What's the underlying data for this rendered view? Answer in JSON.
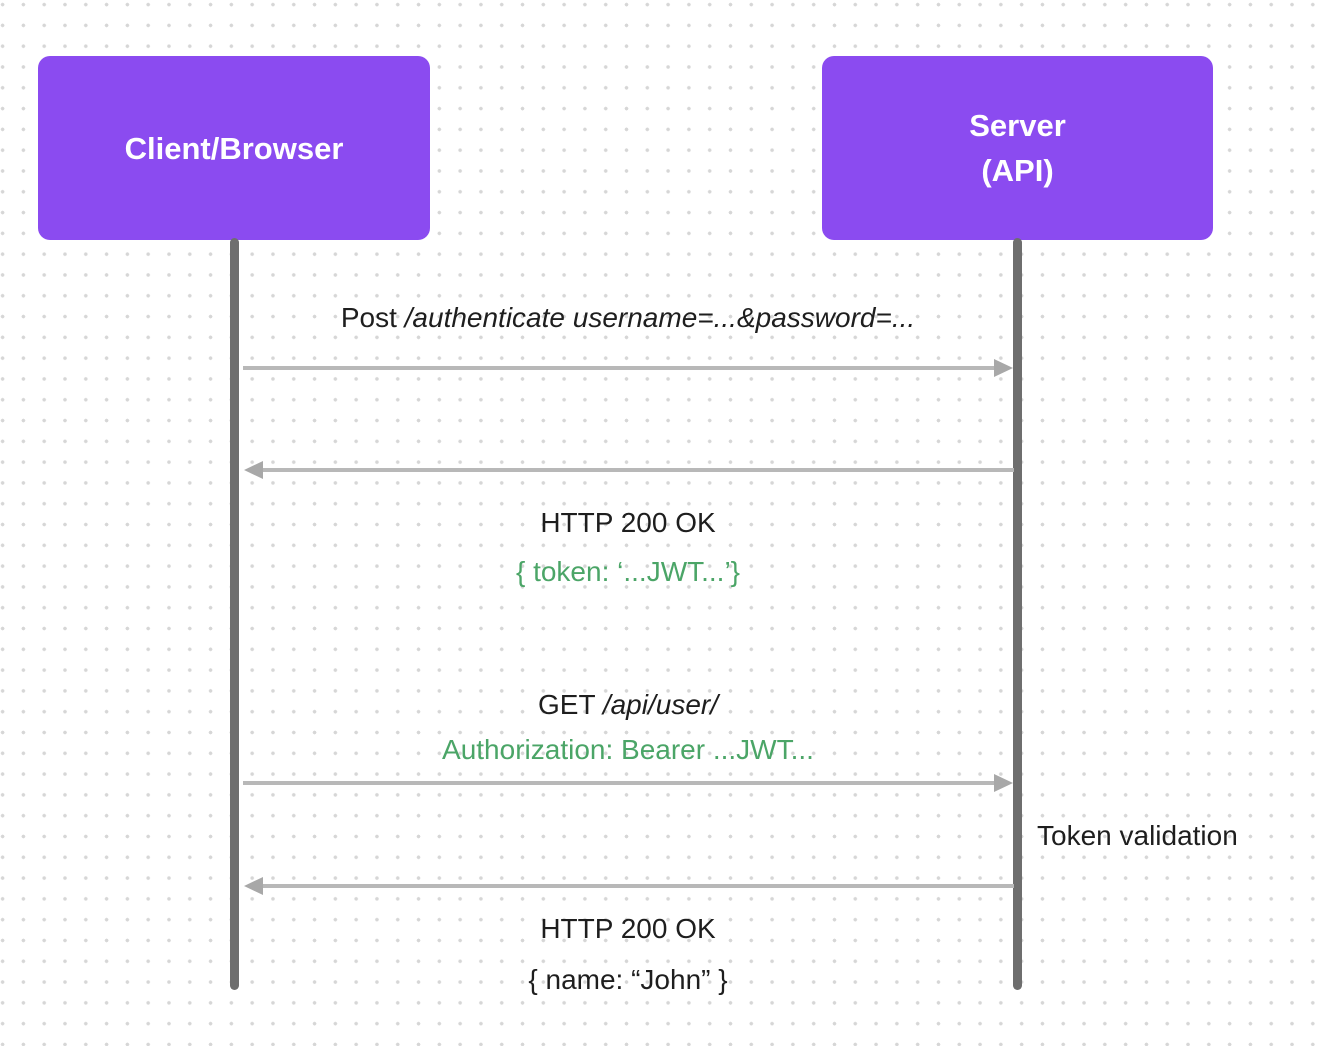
{
  "diagram": {
    "type": "sequence",
    "actors": [
      {
        "id": "client",
        "label_lines": [
          "Client/Browser"
        ]
      },
      {
        "id": "server",
        "label_lines": [
          "Server",
          "(API)"
        ]
      }
    ],
    "messages": [
      {
        "from": "client",
        "to": "server",
        "direction": "right",
        "text_regular": "Post ",
        "text_italic": "/authenticate username=...&password=..."
      },
      {
        "from": "server",
        "to": "client",
        "direction": "left",
        "line1": "HTTP 200 OK",
        "line2": "{ token: ‘...JWT...’}",
        "line2_style": "green"
      },
      {
        "from": "client",
        "to": "server",
        "direction": "right",
        "text_regular": "GET ",
        "text_italic": "/api/user/",
        "line2": "Authorization: Bearer ...JWT...",
        "line2_style": "green"
      },
      {
        "from": "server",
        "to": "client",
        "direction": "left",
        "line1": "HTTP 200 OK",
        "line2": "{ name: “John” }",
        "line2_style": "dark"
      }
    ],
    "note": {
      "text": "Token validation",
      "attached_to": "server"
    }
  },
  "colors": {
    "background": "#ffffff",
    "dot": "#d6d6d6",
    "actor_fill": "#8b4bf0",
    "actor_text": "#ffffff",
    "lifeline": "#6e6e6e",
    "arrow_shaft": "#b8b8b8",
    "arrow_head": "#a8a8a8",
    "text_dark": "#1e1e1e",
    "text_green": "#4ba567"
  }
}
